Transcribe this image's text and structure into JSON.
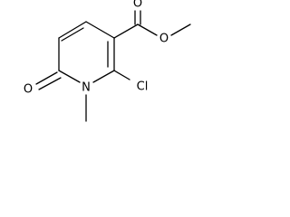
{
  "molecule": {
    "atoms": {
      "o_carbonyl": "O",
      "o_ester_double": "O",
      "o_ester_single": "O",
      "n_ring": "N",
      "cl": "Cl"
    }
  }
}
